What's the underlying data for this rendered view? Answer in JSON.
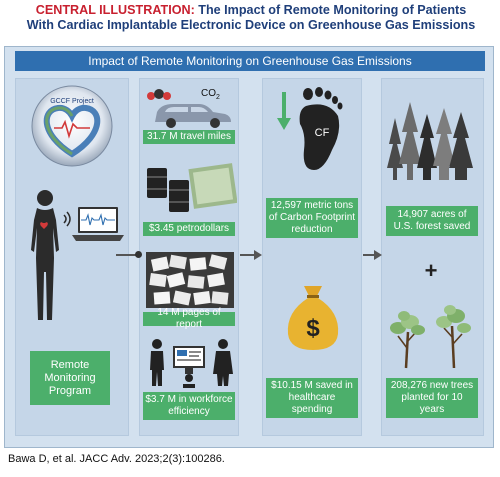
{
  "title": {
    "prefix": "CENTRAL ILLUSTRATION:",
    "line1": "The Impact of Remote Monitoring of Patients",
    "line2": "With Cardiac Implantable Electronic Device on Greenhouse Gas Emissions"
  },
  "header": "Impact of Remote Monitoring on Greenhouse Gas Emissions",
  "project_label": "GCCF Project",
  "remote_monitoring": "Remote Monitoring Program",
  "co2_label": "CO",
  "co2_sub": "2",
  "savings": [
    "31.7 M travel miles",
    "$3.45 petrodollars",
    "14 M pages of report",
    "$3.7 M in workforce efficiency"
  ],
  "cf_label": "CF",
  "carbon": "12,597 metric tons of Carbon Footprint reduction",
  "dollar_sign": "$",
  "healthcare": "$10.15 M saved in healthcare spending",
  "forest": "14,907 acres of U.S. forest saved",
  "plus": "+",
  "trees": "208,276 new trees planted for 10 years",
  "citation": "Bawa D, et al. JACC Adv. 2023;2(3):100286.",
  "colors": {
    "title_red": "#c8202f",
    "title_blue": "#1f3f7a",
    "header_blue": "#2f6fb0",
    "box_green": "#4caf6b",
    "panel_bg": "#d3e1ef"
  }
}
